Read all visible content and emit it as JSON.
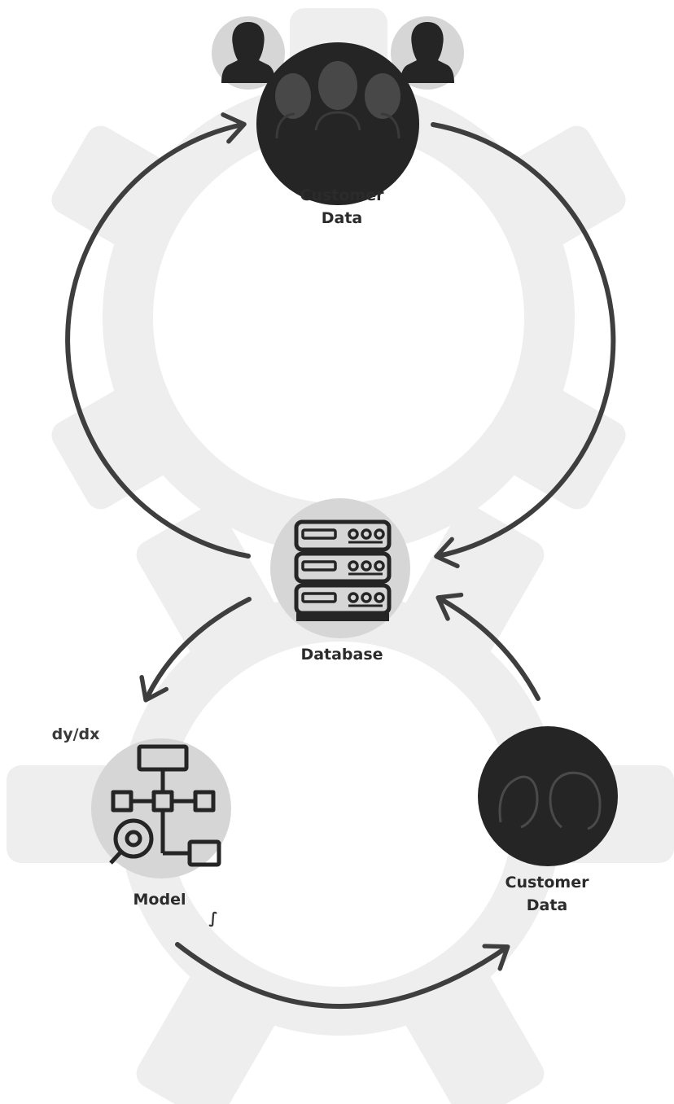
{
  "nodes": {
    "top_group": {
      "label_line1": "Customer",
      "label_line2": "Data"
    },
    "database": {
      "label": "Database"
    },
    "model": {
      "label": "Model"
    },
    "bottom_pair": {
      "label_line1": "Customer",
      "label_line2": "Data"
    }
  },
  "annotations": {
    "derivative": "dy/dx",
    "integral": "∫"
  },
  "colors": {
    "gear": "#eeeeee",
    "circle_light": "#d6d6d6",
    "dark": "#252525",
    "arrow": "#3e3e3e"
  },
  "icons": {
    "top_group": "people-group-icon",
    "database": "server-rack-icon",
    "model": "flowchart-icon",
    "bottom_pair": "two-people-icon"
  }
}
